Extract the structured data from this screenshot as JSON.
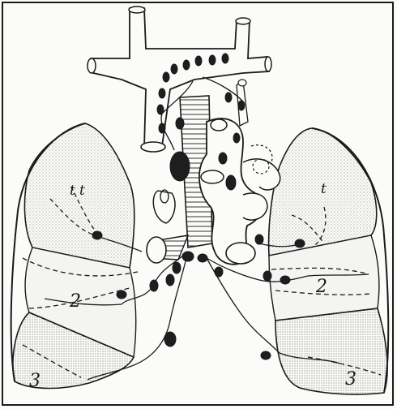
{
  "labels": {
    "left_upper_a": "t",
    "left_upper_b": "t",
    "right_upper": "t",
    "left_middle": "2",
    "right_middle": "2",
    "left_lower": "3",
    "right_lower": "3"
  },
  "colors": {
    "ink": "#1a1a1a",
    "paper": "#fbfbf9",
    "node_fill": "#1e1e1e",
    "stipple": "#8a8a8a"
  },
  "icons": [
    "lymph-node-icon"
  ]
}
